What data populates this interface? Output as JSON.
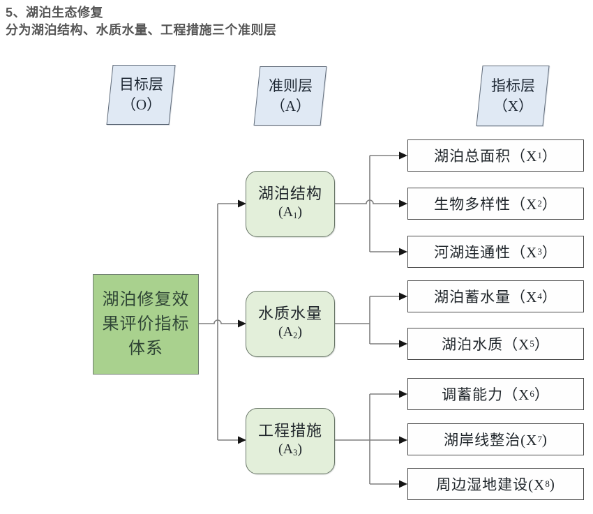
{
  "page": {
    "title": "5、湖泊生态修复",
    "subtitle": "分为湖泊结构、水质水量、工程措施三个准则层"
  },
  "legend": {
    "goal": {
      "line1": "目标层",
      "line2": "（O）"
    },
    "criteria": {
      "line1": "准则层",
      "line2": "（A）"
    },
    "indicator": {
      "line1": "指标层",
      "line2": "（X）"
    }
  },
  "goal_box": {
    "line1": "湖泊修复效",
    "line2": "果评价指标",
    "line3": "体系"
  },
  "criteria": [
    {
      "name": "湖泊结构",
      "code_pre": "(A",
      "code_sub": "1",
      "code_suf": ")"
    },
    {
      "name": "水质水量",
      "code_pre": "(A",
      "code_sub": "2",
      "code_suf": ")"
    },
    {
      "name": "工程措施",
      "code_pre": "(A",
      "code_sub": "3",
      "code_suf": ")"
    }
  ],
  "indicators": [
    {
      "prefix": "湖泊总面积（X",
      "sub": "1",
      "suffix": "）"
    },
    {
      "prefix": "生物多样性（X",
      "sub": "2",
      "suffix": "）"
    },
    {
      "prefix": "河湖连通性（X",
      "sub": "3",
      "suffix": "）"
    },
    {
      "prefix": "湖泊蓄水量（X",
      "sub": "4",
      "suffix": "）"
    },
    {
      "prefix": "湖泊水质（X",
      "sub": "5",
      "suffix": "）"
    },
    {
      "prefix": "调蓄能力（X",
      "sub": "6",
      "suffix": "）"
    },
    {
      "prefix": "湖岸线整治(X",
      "sub": "7",
      "suffix": ")"
    },
    {
      "prefix": "周边湿地建设(X",
      "sub": "8",
      "suffix": ")"
    }
  ],
  "colors": {
    "title_text": "#555555",
    "legend_fill": "#e0e9f4",
    "legend_border": "#5f6a78",
    "goal_fill": "#a9d18e",
    "goal_border": "#6f7d70",
    "criteria_fill": "#e3efda",
    "criteria_border": "#697668",
    "indicator_fill": "#fefefe",
    "indicator_border": "#4a4a4a",
    "connector": "#7f7f7f",
    "arrow": "#151515",
    "legend_text": "#1d2733",
    "goal_text": "#2f4535",
    "box_text": "#20262b"
  }
}
